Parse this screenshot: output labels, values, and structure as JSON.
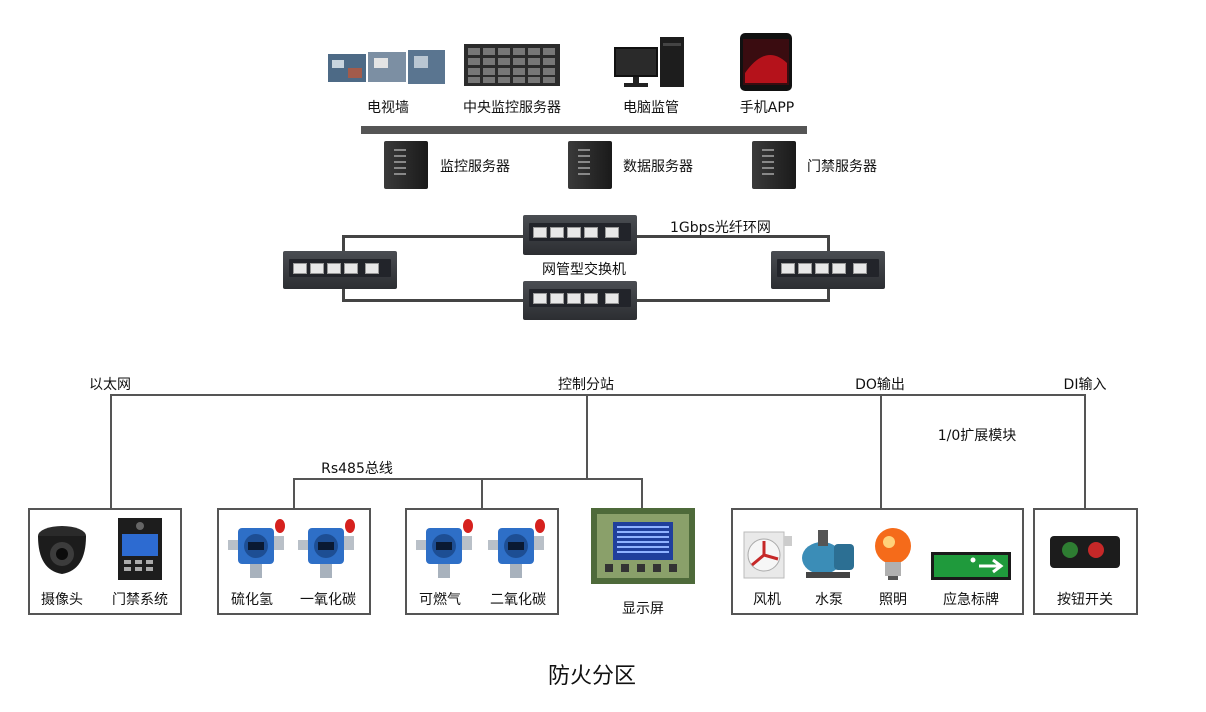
{
  "top_devices": {
    "tv_wall": "电视墙",
    "central_server": "中央监控服务器",
    "pc": "电脑监管",
    "phone": "手机APP"
  },
  "servers": {
    "monitor": "监控服务器",
    "data": "数据服务器",
    "access": "门禁服务器"
  },
  "network": {
    "ring_label": "1Gbps光纤环网",
    "switch_label": "网管型交换机"
  },
  "bus": {
    "ethernet": "以太网",
    "control_station": "控制分站",
    "do_output": "DO输出",
    "di_input": "DI输入",
    "io_module": "1/0扩展模块",
    "rs485": "Rs485总线"
  },
  "groups": {
    "camera": "摄像头",
    "access_system": "门禁系统",
    "h2s": "硫化氢",
    "co": "一氧化碳",
    "combustible": "可燃气",
    "co2": "二氧化碳",
    "display": "显示屏",
    "fan": "风机",
    "pump": "水泵",
    "lighting": "照明",
    "emergency_sign": "应急标牌",
    "button_switch": "按钮开关"
  },
  "footer": {
    "zone": "防火分区"
  }
}
